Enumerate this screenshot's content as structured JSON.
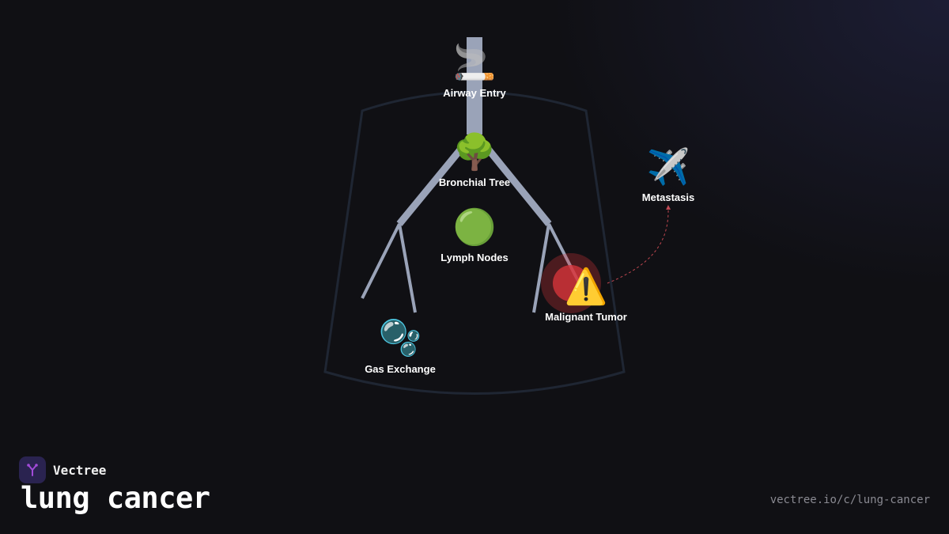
{
  "brand": {
    "name": "Vectree",
    "logo_icon": "vectree-tree-logo-icon"
  },
  "title": "lung cancer",
  "url": "vectree.io/c/lung-cancer",
  "colors": {
    "background": "#101014",
    "lung_outline": "#1f2633",
    "airway": "#9aa3b8",
    "tumor": "#d8343b",
    "metastasis_path": "#e0515a",
    "label": "#ffffff",
    "url_text": "#8a8a92",
    "logo_bg": "#2a2350",
    "logo_accent": "#a24bd9"
  },
  "nodes": [
    {
      "id": "airway-entry",
      "label": "Airway Entry",
      "icon": "🚬",
      "icon_name": "cigarette-icon"
    },
    {
      "id": "bronchial-tree",
      "label": "Bronchial Tree",
      "icon": "🌳",
      "icon_name": "tree-icon"
    },
    {
      "id": "lymph-nodes",
      "label": "Lymph Nodes",
      "icon": "🟢",
      "icon_name": "green-circle-icon"
    },
    {
      "id": "malignant-tumor",
      "label": "Malignant Tumor",
      "icon": "⚠️",
      "icon_name": "warning-icon"
    },
    {
      "id": "gas-exchange",
      "label": "Gas Exchange",
      "icon": "🫧",
      "icon_name": "bubbles-icon"
    },
    {
      "id": "metastasis",
      "label": "Metastasis",
      "icon": "✈️",
      "icon_name": "airplane-icon"
    }
  ],
  "edges": [
    {
      "from": "malignant-tumor",
      "to": "metastasis",
      "style": "dashed",
      "arrow": true
    }
  ]
}
